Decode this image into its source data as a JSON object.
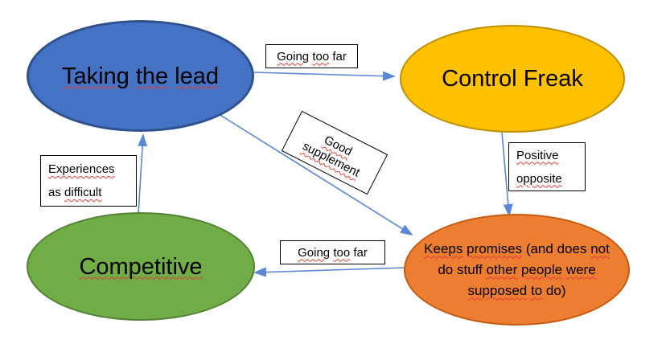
{
  "diagram": {
    "background_color": "#FFFFFF",
    "arrow_color": "#5B87D5",
    "squiggle_color": "#E03C31",
    "text_color": "#000000",
    "nodes": {
      "taking_the_lead": {
        "fill": "#4472C4",
        "border": "#2F528F",
        "lines": [
          [
            {
              "t": "Taking",
              "s": true
            },
            {
              "t": "the",
              "s": true
            },
            {
              "t": "lead",
              "s": true
            }
          ]
        ]
      },
      "control_freak": {
        "fill": "#FFC000",
        "border": "#BF9000",
        "lines": [
          [
            {
              "t": "Control",
              "s": false
            },
            {
              "t": "Freak",
              "s": false
            }
          ]
        ]
      },
      "competitive": {
        "fill": "#70AD47",
        "border": "#538135",
        "lines": [
          [
            {
              "t": "Competitive",
              "s": true
            }
          ]
        ]
      },
      "keeps_promises": {
        "fill": "#ED7D31",
        "border": "#C55A11",
        "lines": [
          [
            {
              "t": "Keeps",
              "s": true
            },
            {
              "t": "promises",
              "s": true
            },
            {
              "t": "(and",
              "s": false
            },
            {
              "t": "does",
              "s": false
            },
            {
              "t": "not",
              "s": true
            }
          ],
          [
            {
              "t": "do",
              "s": false
            },
            {
              "t": "stuff",
              "s": false
            },
            {
              "t": "other",
              "s": true
            },
            {
              "t": "people",
              "s": true
            },
            {
              "t": "were",
              "s": true
            }
          ],
          [
            {
              "t": "supposed",
              "s": true
            },
            {
              "t": "to",
              "s": true
            },
            {
              "t": "do)",
              "s": false
            }
          ]
        ]
      }
    },
    "labels": {
      "going_too_far_top": {
        "lines": [
          [
            {
              "t": "Going",
              "s": true
            },
            {
              "t": "too",
              "s": true
            },
            {
              "t": "far",
              "s": false
            }
          ]
        ]
      },
      "good_supplement": {
        "lines": [
          [
            {
              "t": "Good",
              "s": true
            }
          ],
          [
            {
              "t": "supplement",
              "s": true
            }
          ]
        ]
      },
      "positive_opposite": {
        "lines": [
          [
            {
              "t": "Positive",
              "s": true
            }
          ],
          [
            {
              "t": "opposite",
              "s": true
            }
          ]
        ]
      },
      "experiences_as_difficult": {
        "lines": [
          [
            {
              "t": "Experiences",
              "s": true
            }
          ],
          [
            {
              "t": "as",
              "s": false
            },
            {
              "t": "difficult",
              "s": true
            }
          ]
        ]
      },
      "going_too_far_bottom": {
        "lines": [
          [
            {
              "t": "Going",
              "s": true
            },
            {
              "t": "too",
              "s": true
            },
            {
              "t": "far",
              "s": false
            }
          ]
        ]
      }
    }
  }
}
